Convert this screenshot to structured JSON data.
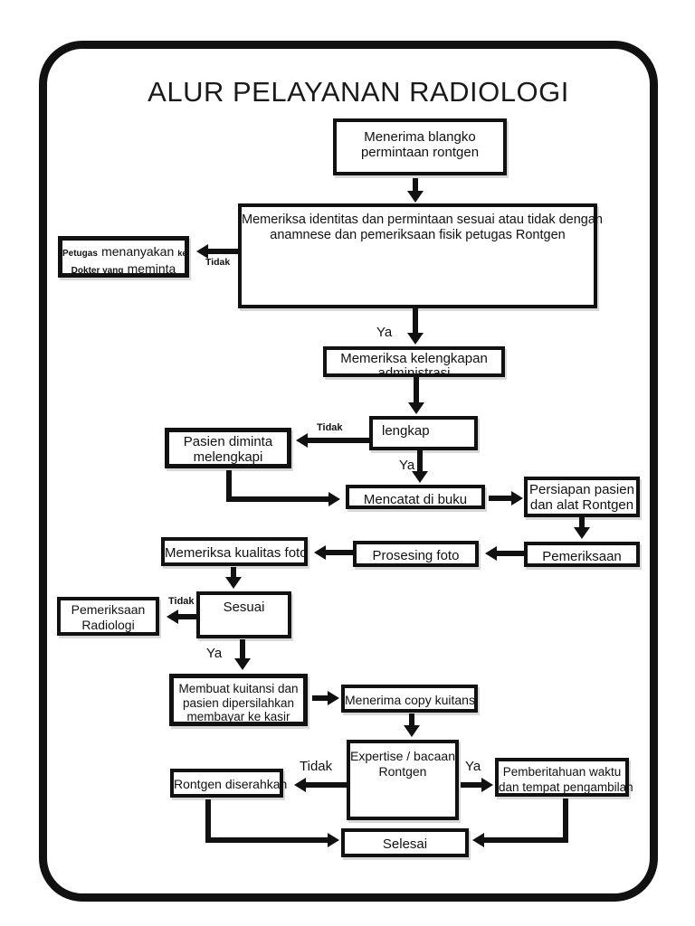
{
  "title": "ALUR PELAYANAN RADIOLOGI",
  "nodes": {
    "menerima_blangko": {
      "line1": "Menerima blangko",
      "line2": "permintaan rontgen"
    },
    "periksa_identitas": {
      "line1": "Memeriksa identitas dan permintaan sesuai atau tidak dengan",
      "line2": "anamnese dan pemeriksaan fisik petugas Rontgen"
    },
    "petugas_menanyakan": {
      "p1": "Petugas",
      "p2": "menanyakan",
      "p3": "ke",
      "p4": "Dokter yang",
      "p5": "meminta"
    },
    "periksa_kelengkapan": {
      "line1": "Memeriksa kelengkapan",
      "line2": "administrasi"
    },
    "lengkap": {
      "label": "lengkap"
    },
    "pasien_diminta": {
      "line1": "Pasien diminta",
      "line2": "melengkapi"
    },
    "mencatat": {
      "label": "Mencatat di buku"
    },
    "persiapan": {
      "line1": "Persiapan pasien",
      "line2": "dan alat Rontgen"
    },
    "pemeriksaan": {
      "label": "Pemeriksaan"
    },
    "prosesing": {
      "label": "Prosesing foto"
    },
    "kualitas": {
      "label": "Memeriksa kualitas foto"
    },
    "sesuai": {
      "label": "Sesuai"
    },
    "pemeriksaan_radiologi": {
      "line1": "Pemeriksaan",
      "line2": "Radiologi"
    },
    "membuat_kuitansi": {
      "line1": "Membuat kuitansi dan",
      "line2": "pasien dipersilahkan",
      "line3": "membayar ke kasir"
    },
    "menerima_copy": {
      "label": "Menerima copy kuitansi"
    },
    "expertise": {
      "line1": "Expertise / bacaan",
      "line2": "Rontgen"
    },
    "rontgen_diserahkan": {
      "label": "Rontgen diserahkan"
    },
    "pemberitahuan": {
      "line1": "Pemberitahuan waktu",
      "line2": "dan tempat pengambilan"
    },
    "selesai": {
      "label": "Selesai"
    }
  },
  "edge_labels": {
    "identitas_tidak": "Tidak",
    "identitas_ya": "Ya",
    "lengkap_tidak": "Tidak",
    "lengkap_ya": "Ya",
    "sesuai_tidak": "Tidak",
    "sesuai_ya": "Ya",
    "expertise_tidak": "Tidak",
    "expertise_ya": "Ya"
  },
  "colors": {
    "ink": "#111111",
    "background": "#ffffff"
  }
}
